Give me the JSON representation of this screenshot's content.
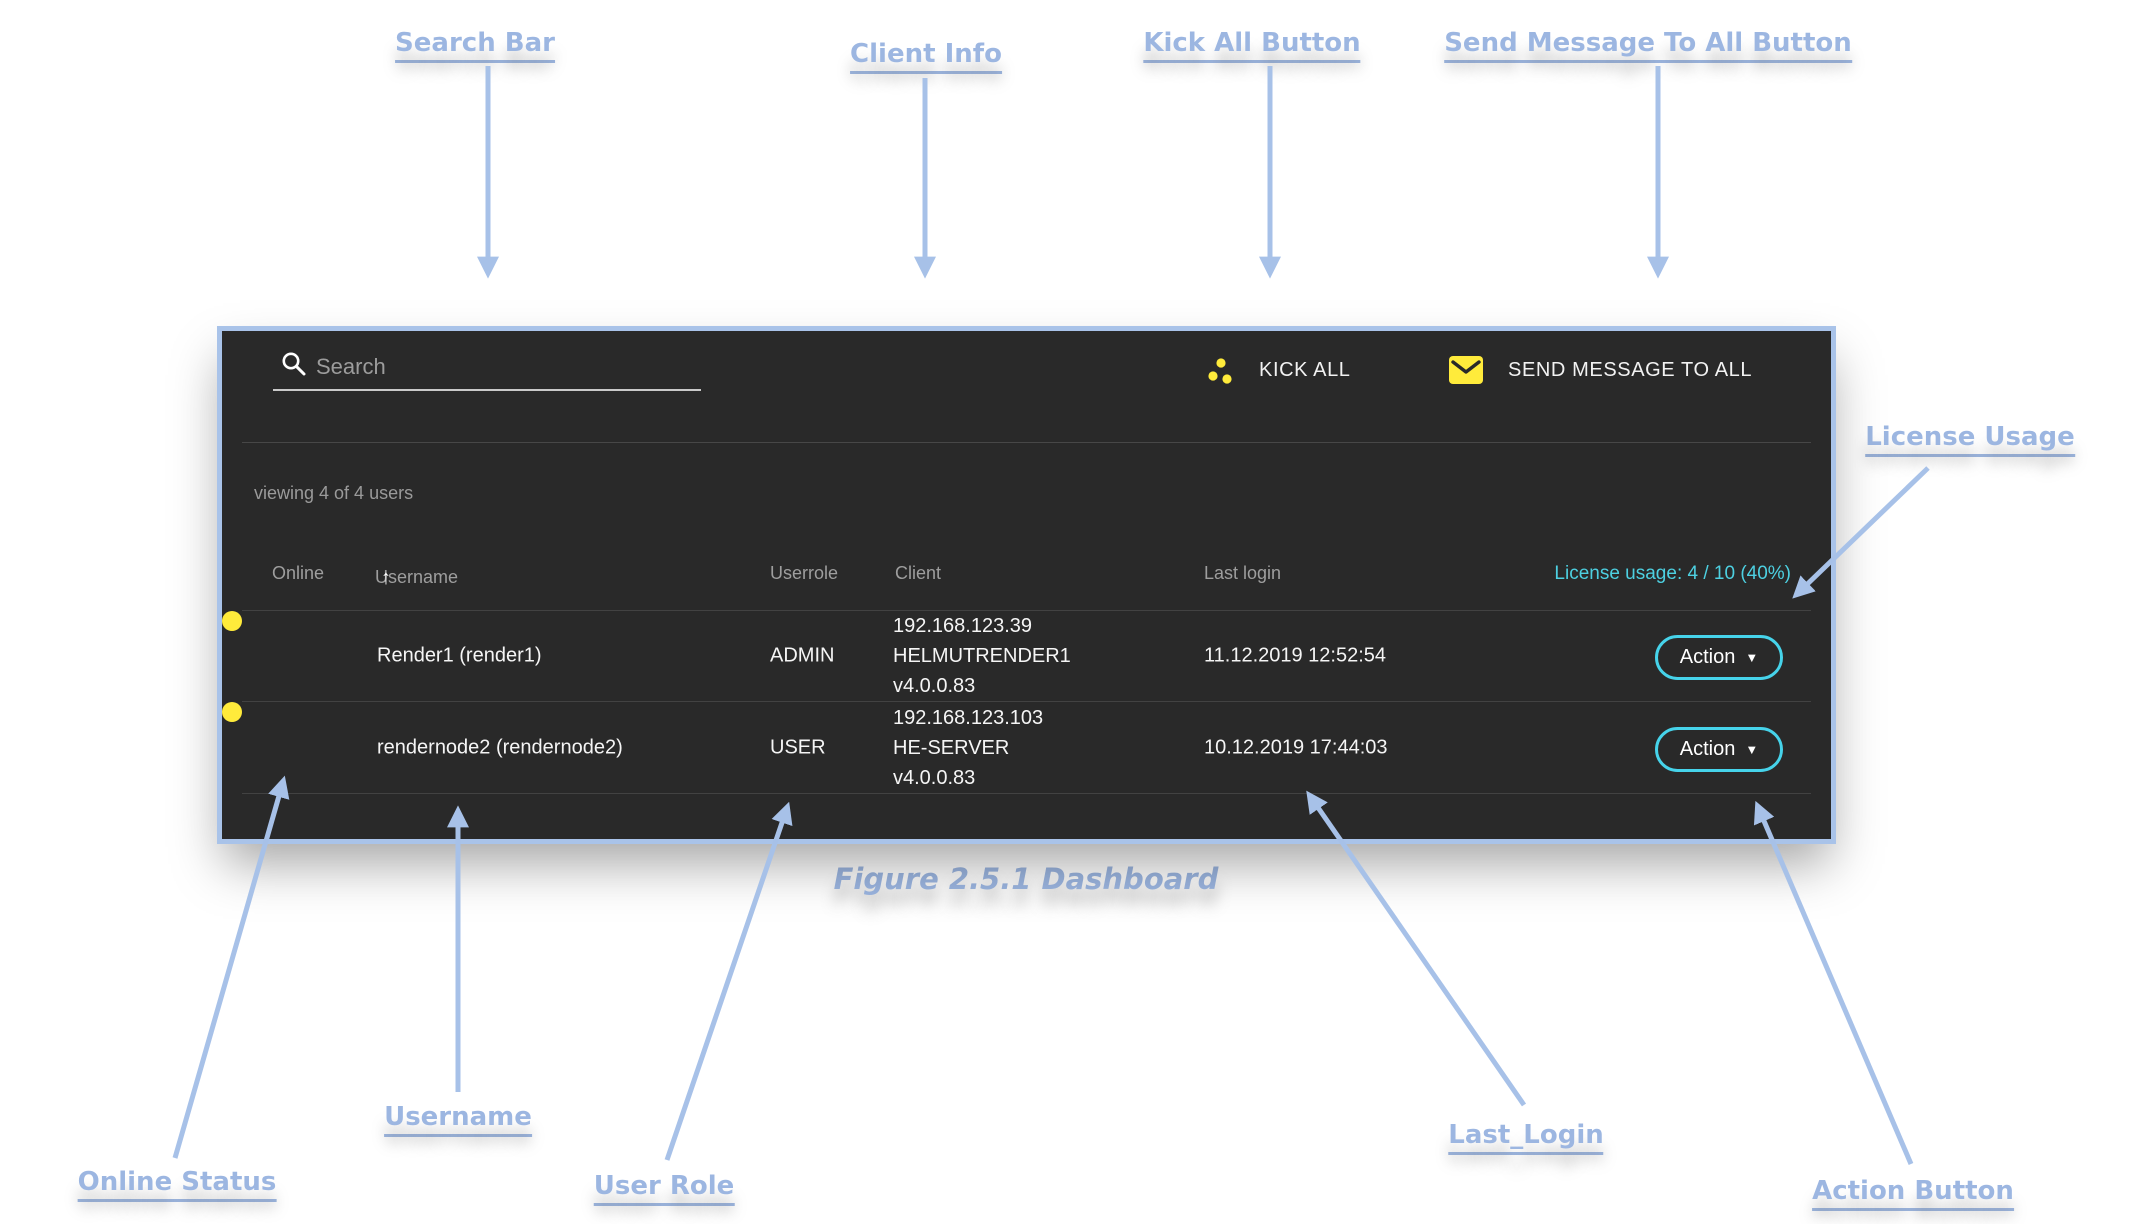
{
  "colors": {
    "annotation_blue": "#9cb6e1",
    "arrow_blue": "#a7c1e8",
    "panel_background": "#292929",
    "panel_border": "#a9c3e9",
    "accent_cyan": "#4dd0e1",
    "accent_yellow": "#ffeb3b",
    "muted_text": "#9e9e9e",
    "white_text": "#f5f5f5"
  },
  "annotations": {
    "search_bar": "Search Bar",
    "client_info": "Client Info",
    "kick_all": "Kick All Button",
    "send_message": "Send Message To All Button",
    "license_usage": "License Usage",
    "online_status": "Online Status",
    "username": "Username",
    "user_role": "User Role",
    "last_login": "Last_Login",
    "action_button": "Action Button"
  },
  "caption": "Figure 2.5.1 Dashboard",
  "icons": {
    "search": "magnifier",
    "kick_all": "three-scatter-dots",
    "send_message": "envelope",
    "sort_ascending": "↑",
    "action_caret": "▼",
    "online": "yellow-dot"
  },
  "dashboard": {
    "search": {
      "placeholder": "Search",
      "value": ""
    },
    "toolbar": {
      "kick_all": "KICK ALL",
      "send_message": "SEND MESSAGE TO ALL"
    },
    "status_text": "viewing 4 of 4 users",
    "license_usage": "License usage: 4 / 10 (40%)",
    "columns": {
      "online": "Online",
      "username": "Username",
      "userrole": "Userrole",
      "client": "Client",
      "last_login": "Last login"
    },
    "rows": [
      {
        "online": "online",
        "username": "Render1 (render1)",
        "userrole": "ADMIN",
        "client_ip": "192.168.123.39",
        "client_host": "HELMUTRENDER1",
        "client_version": "v4.0.0.83",
        "last_login": "11.12.2019 12:52:54",
        "action_label": "Action"
      },
      {
        "online": "online",
        "username": "rendernode2 (rendernode2)",
        "userrole": "USER",
        "client_ip": "192.168.123.103",
        "client_host": "HE-SERVER",
        "client_version": "v4.0.0.83",
        "last_login": "10.12.2019 17:44:03",
        "action_label": "Action"
      }
    ]
  }
}
